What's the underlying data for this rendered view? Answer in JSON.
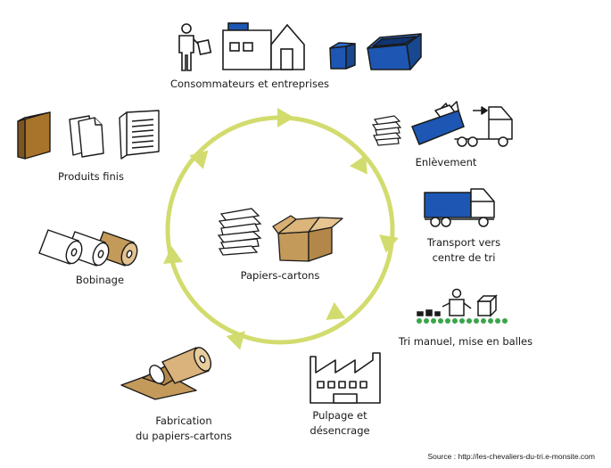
{
  "diagram": {
    "center_label": "Papiers-cartons",
    "stages": [
      {
        "id": "consommateurs",
        "label": "Consommateurs et entreprises"
      },
      {
        "id": "enlevement",
        "label": "Enlèvement"
      },
      {
        "id": "transport",
        "label_line1": "Transport vers",
        "label_line2": "centre de tri"
      },
      {
        "id": "tri",
        "label": "Tri manuel, mise en balles"
      },
      {
        "id": "pulpage",
        "label_line1": "Pulpage et",
        "label_line2": "désencrage"
      },
      {
        "id": "fabrication",
        "label_line1": "Fabrication",
        "label_line2": "du papiers-cartons"
      },
      {
        "id": "bobinage",
        "label": "Bobinage"
      },
      {
        "id": "produits",
        "label": "Produits finis"
      }
    ],
    "source": "Source : http://les-chevaliers-du-tri.e-monsite.com"
  },
  "colors": {
    "cycle": "#d2dc6e",
    "blue": "#1d57b3",
    "green_dots": "#3aa44a",
    "kraft": "#c49a5a",
    "outline": "#1a1a1a"
  },
  "icons": [
    "person-icon",
    "building-icon",
    "bin-icon",
    "container-icon",
    "paper-stack-icon",
    "truck-icon",
    "tri-icon",
    "factory-icon",
    "paper-roll-icon",
    "roll-icon",
    "book-icon",
    "document-icon",
    "cardboard-box-icon"
  ]
}
